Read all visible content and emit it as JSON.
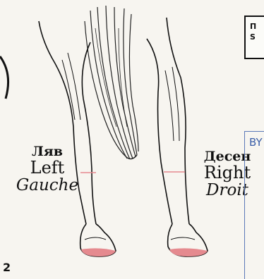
{
  "labels": {
    "left": {
      "bg": "Ляв",
      "en": "Left",
      "fr": "Gauche"
    },
    "right": {
      "bg": "Десен",
      "en": "Right",
      "fr": "Droit"
    }
  },
  "form_box": {
    "lines": [
      "П",
      "S"
    ]
  },
  "stamp": {
    "text": "BY"
  },
  "bottom_mark": "2",
  "colors": {
    "ink": "#111111",
    "paper": "#f7f5f0",
    "hoof_marking": "#e58a8f",
    "stamp_blue": "#3b5fa8"
  }
}
